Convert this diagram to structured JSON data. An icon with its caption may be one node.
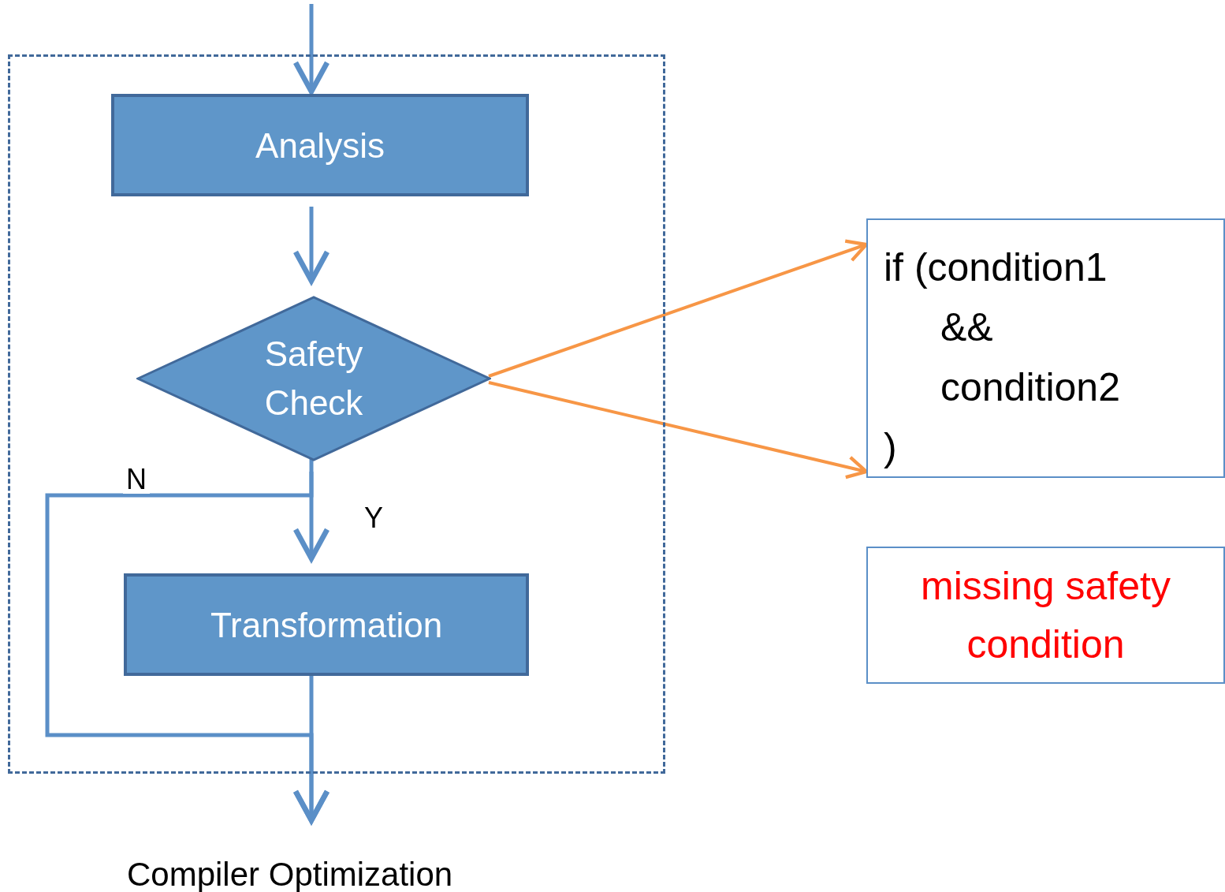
{
  "diagram": {
    "nodes": [
      {
        "text": [],
        "shape": "box",
        "beside": [
          "Compiler Optimization"
        ]
      },
      {
        "text": [
          "Analysis"
        ],
        "in": 0
      },
      {
        "text": [
          "Safety Check"
        ],
        "in": 0
      },
      {
        "text": [
          "Transformation"
        ],
        "in": 0
      },
      {
        "text": [
          "if (condition1",
          "&&",
          "condition2",
          ")"
        ]
      },
      {
        "text": [
          "missing safety condition"
        ]
      }
    ],
    "edges": [
      {
        "from": null,
        "to": 1,
        "arrow": "to"
      },
      {
        "from": 1,
        "to": 2,
        "arrow": "to"
      },
      {
        "from": 2,
        "to": 3,
        "arrow": "to",
        "label": "Y"
      },
      {
        "from": 2,
        "to": null,
        "arrow": "to",
        "label": "N"
      },
      {
        "from": 3,
        "to": null,
        "arrow": "to"
      },
      {
        "from": 2,
        "to": 4,
        "arrow": "to",
        "color": "#f79646"
      },
      {
        "from": 2,
        "to": 4,
        "arrow": "to",
        "color": "#f79646"
      }
    ]
  }
}
